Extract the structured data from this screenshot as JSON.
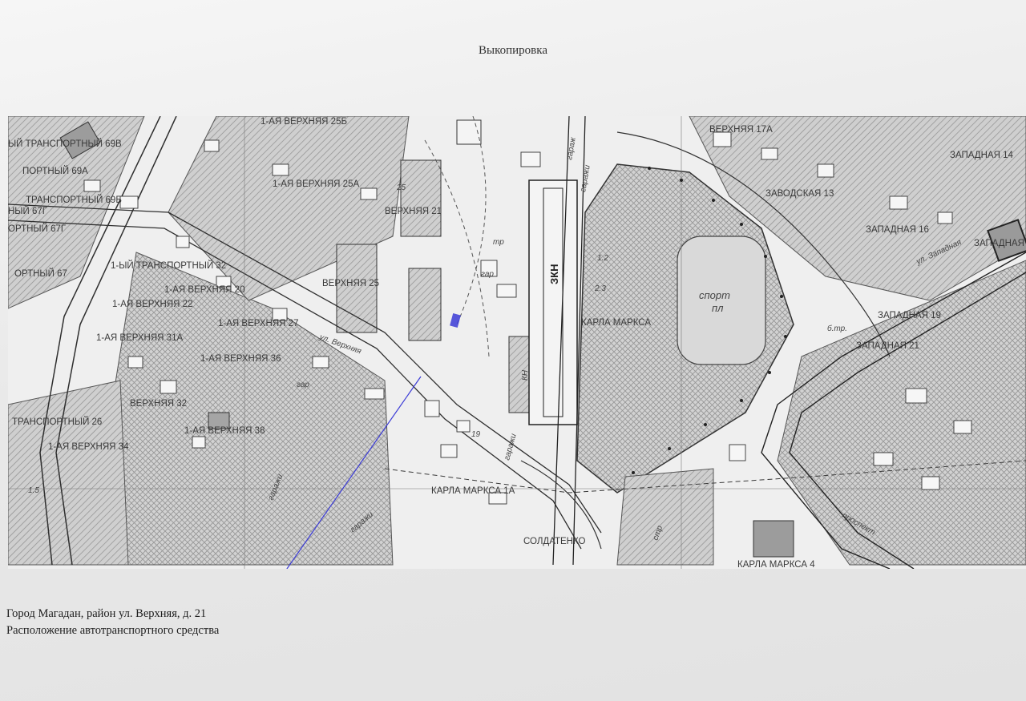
{
  "document": {
    "title": "Выкопировка",
    "caption_line1": "Город Магадан, район ул. Верхняя, д. 21",
    "caption_line2": "Расположение автотранспортного средства"
  },
  "map": {
    "labels": [
      {
        "id": "l1",
        "text": "1-АЯ ВЕРХНЯЯ 25Б"
      },
      {
        "id": "l2",
        "text": "1-АЯ ВЕРХНЯЯ 25А"
      },
      {
        "id": "l3",
        "text": "ВЕРХНЯЯ 21"
      },
      {
        "id": "l4",
        "text": "ВЕРХНЯЯ 25"
      },
      {
        "id": "l5",
        "text": "1-ЫЙ ТРАНСПОРТНЫЙ 32"
      },
      {
        "id": "l6",
        "text": "1-АЯ ВЕРХНЯЯ 20"
      },
      {
        "id": "l7",
        "text": "1-АЯ ВЕРХНЯЯ 22"
      },
      {
        "id": "l8",
        "text": "1-АЯ ВЕРХНЯЯ 27"
      },
      {
        "id": "l9",
        "text": "1-АЯ ВЕРХНЯЯ 31А"
      },
      {
        "id": "l10",
        "text": "1-АЯ ВЕРХНЯЯ 36"
      },
      {
        "id": "l11",
        "text": "ВЕРХНЯЯ 32"
      },
      {
        "id": "l12",
        "text": "1-АЯ ВЕРХНЯЯ 38"
      },
      {
        "id": "l13",
        "text": "1-АЯ ВЕРХНЯЯ 34"
      },
      {
        "id": "l14",
        "text": "ТРАНСПОРТНЫЙ 26"
      },
      {
        "id": "l15",
        "text": "ЫЙ ТРАНСПОРТНЫЙ 69В"
      },
      {
        "id": "l16",
        "text": "ПОРТНЫЙ 69А"
      },
      {
        "id": "l17",
        "text": "ТРАНСПОРТНЫЙ 69Б"
      },
      {
        "id": "l18",
        "text": "НЫЙ 67Г"
      },
      {
        "id": "l19",
        "text": "ОРТНЫЙ 67Г"
      },
      {
        "id": "l20",
        "text": "ОРТНЫЙ 67"
      },
      {
        "id": "l21",
        "text": "КАРЛА МАРКСА"
      },
      {
        "id": "l22",
        "text": "КАРЛА МАРКСА 1А"
      },
      {
        "id": "l23",
        "text": "СОЛДАТЕНКО"
      },
      {
        "id": "l24",
        "text": "ВЕРХНЯЯ 17А"
      },
      {
        "id": "l25",
        "text": "ЗАВОДСКАЯ 13"
      },
      {
        "id": "l26",
        "text": "ЗАПАДНАЯ 14"
      },
      {
        "id": "l27",
        "text": "ЗАПАДНАЯ 16"
      },
      {
        "id": "l28",
        "text": "ЗАПАДНАЯ"
      },
      {
        "id": "l29",
        "text": "ЗАПАДНАЯ 19"
      },
      {
        "id": "l30",
        "text": "ЗАПАДНАЯ 21"
      },
      {
        "id": "l31",
        "text": "КАРЛА МАРКСА 4"
      }
    ],
    "small_labels": [
      {
        "id": "s1",
        "text": "гараж"
      },
      {
        "id": "s2",
        "text": "гаражи"
      },
      {
        "id": "s3",
        "text": "ЗКН"
      },
      {
        "id": "s4",
        "text": "спорт"
      },
      {
        "id": "s5",
        "text": "пл"
      },
      {
        "id": "s6",
        "text": "гар"
      },
      {
        "id": "s7",
        "text": "ул. Верхняя"
      },
      {
        "id": "s8",
        "text": "гаражи"
      },
      {
        "id": "s9",
        "text": "гаражи"
      },
      {
        "id": "s10",
        "text": "гар"
      },
      {
        "id": "s11",
        "text": "б.тр."
      },
      {
        "id": "s12",
        "text": "гаражи"
      },
      {
        "id": "s13",
        "text": "тр"
      },
      {
        "id": "s14",
        "text": "ул. Западная"
      },
      {
        "id": "s15",
        "text": "проспект"
      },
      {
        "id": "s16",
        "text": "2.3"
      },
      {
        "id": "s17",
        "text": "1.2"
      },
      {
        "id": "s18",
        "text": "1.5"
      },
      {
        "id": "s19",
        "text": "19"
      },
      {
        "id": "s20",
        "text": "25"
      },
      {
        "id": "s21",
        "text": "КН"
      },
      {
        "id": "s22",
        "text": "стр"
      }
    ],
    "colors": {
      "marker": "#3b3bd6",
      "hatch": "#8a8a8a",
      "line": "#2f2f2f"
    }
  }
}
